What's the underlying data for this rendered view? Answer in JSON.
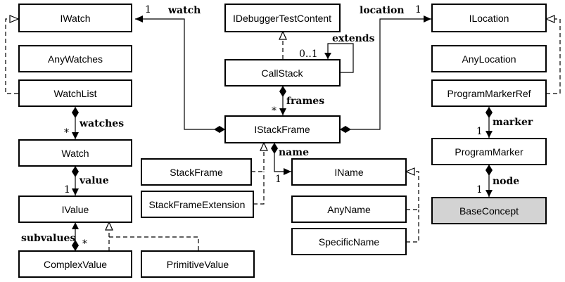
{
  "classes": {
    "iwatch": "IWatch",
    "anywatches": "AnyWatches",
    "watchlist": "WatchList",
    "watch": "Watch",
    "ivalue": "IValue",
    "complexvalue": "ComplexValue",
    "primitivevalue": "PrimitiveValue",
    "idebuggertestcontent": "IDebuggerTestContent",
    "callstack": "CallStack",
    "istackframe": "IStackFrame",
    "stackframe": "StackFrame",
    "stackframeextension": "StackFrameExtension",
    "iname": "IName",
    "anyname": "AnyName",
    "specificname": "SpecificName",
    "ilocation": "ILocation",
    "anylocation": "AnyLocation",
    "programmarkerref": "ProgramMarkerRef",
    "programmarker": "ProgramMarker",
    "baseconcept": "BaseConcept"
  },
  "roles": {
    "watch": "watch",
    "location": "location",
    "extends": "extends",
    "frames": "frames",
    "watches": "watches",
    "value": "value",
    "name": "name",
    "marker": "marker",
    "node": "node",
    "subvalues": "subvalues"
  },
  "multiplicities": {
    "watch": "1",
    "location": "1",
    "extends": "0..1",
    "frames": "*",
    "watches": "*",
    "value": "1",
    "name": "1",
    "marker": "1",
    "node": "1",
    "subvalues": "*"
  },
  "colors": {
    "stroke": "#000000",
    "background": "#ffffff",
    "highlight_fill": "#d3d3d3"
  }
}
